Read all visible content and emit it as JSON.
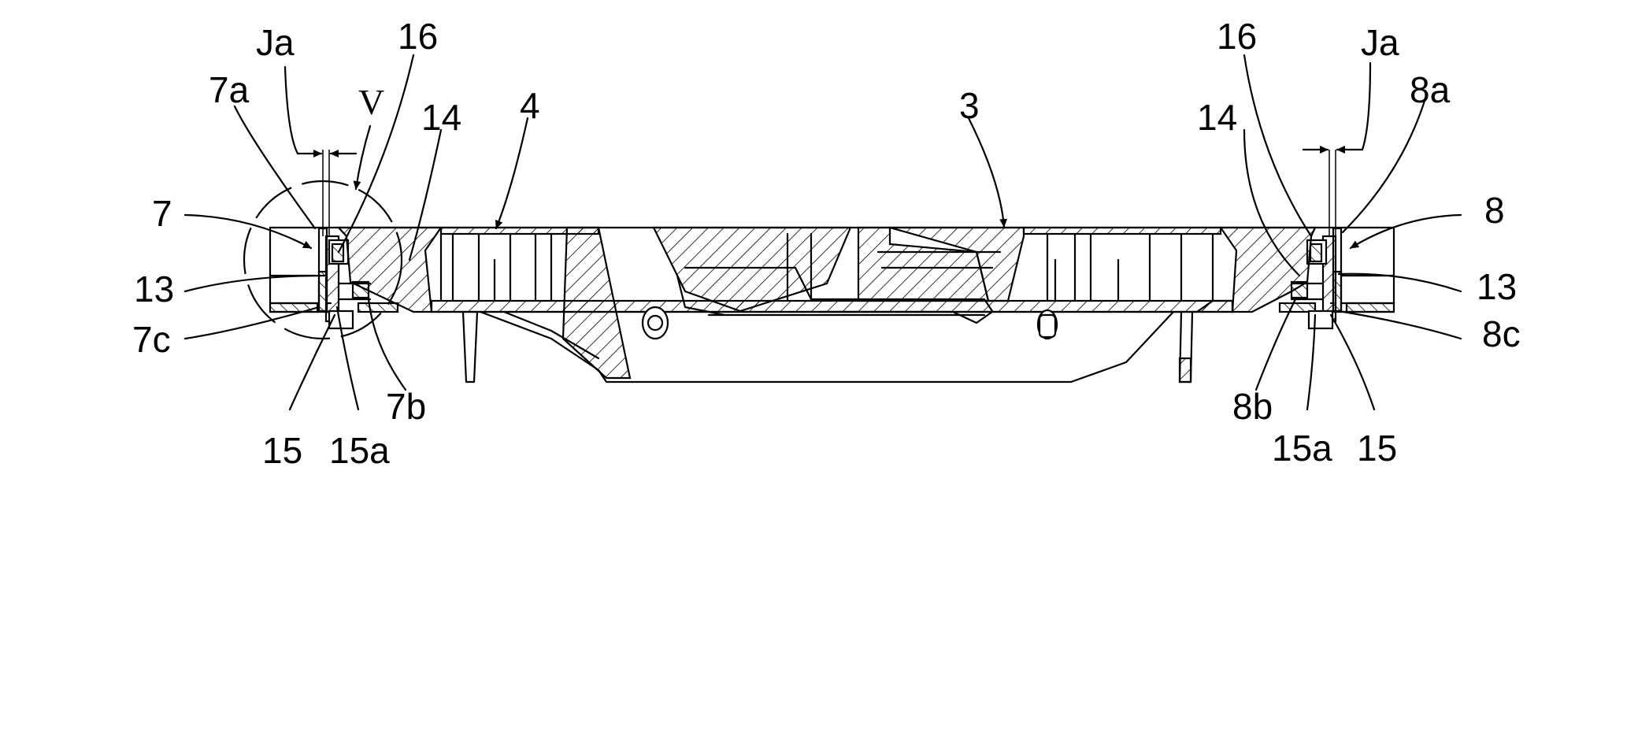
{
  "figure": {
    "labels": {
      "left": {
        "ja": "Ja",
        "l7a": "7a",
        "v": "V",
        "l16": "16",
        "l14": "14",
        "l7": "7",
        "l13": "13",
        "l7c": "7c",
        "l15": "15",
        "l15a": "15a",
        "l7b": "7b"
      },
      "center": {
        "l4": "4",
        "l3": "3"
      },
      "right": {
        "l16": "16",
        "ja": "Ja",
        "l8a": "8a",
        "l14": "14",
        "l8": "8",
        "l13": "13",
        "l8c": "8c",
        "l8b": "8b",
        "l15a": "15a",
        "l15": "15"
      }
    }
  }
}
